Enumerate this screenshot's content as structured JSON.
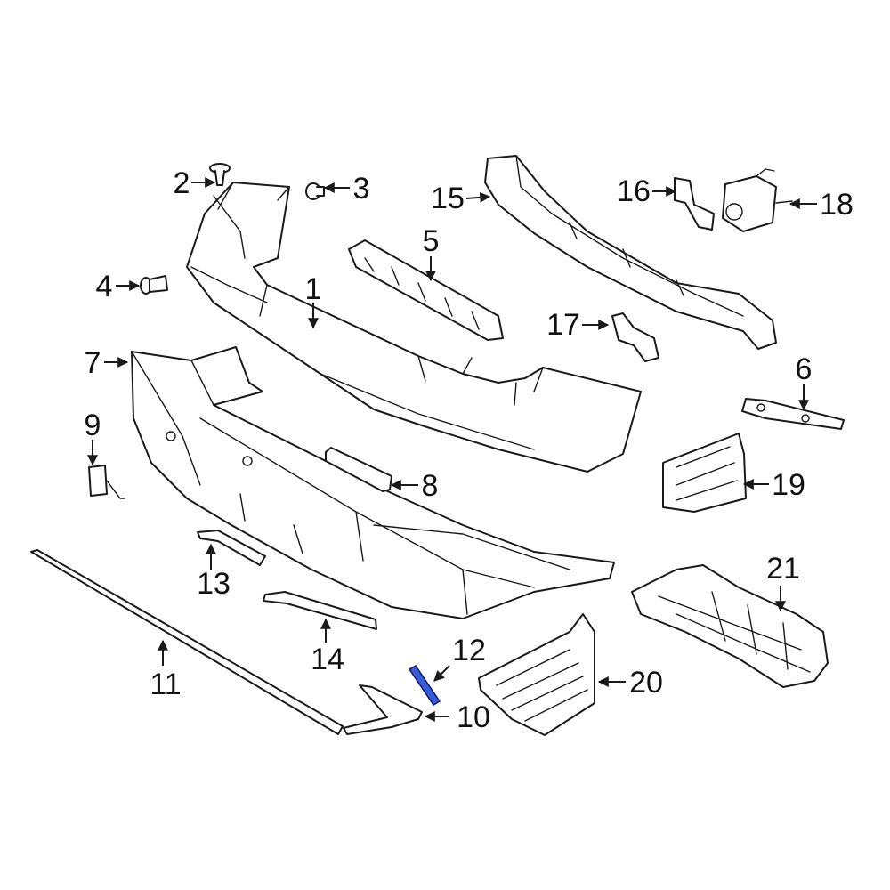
{
  "callouts": {
    "p1": "1",
    "p2": "2",
    "p3": "3",
    "p4": "4",
    "p5": "5",
    "p6": "6",
    "p7": "7",
    "p8": "8",
    "p9": "9",
    "p10": "10",
    "p11": "11",
    "p12": "12",
    "p13": "13",
    "p14": "14",
    "p15": "15",
    "p16": "16",
    "p17": "17",
    "p18": "18",
    "p19": "19",
    "p20": "20",
    "p21": "21"
  },
  "colors": {
    "line": "#1a1a1a",
    "highlight": "#3a5bd9",
    "background": "#ffffff"
  },
  "highlighted_part": "12"
}
